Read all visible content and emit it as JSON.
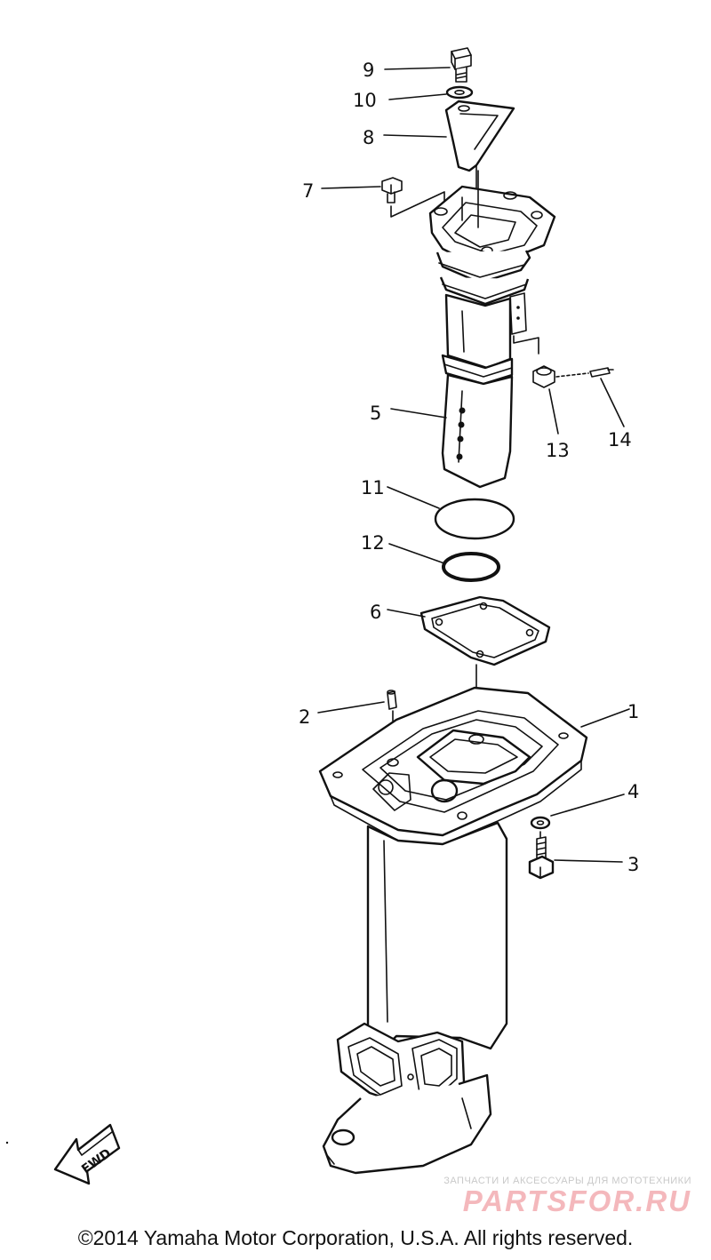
{
  "callouts": {
    "c1": "1",
    "c2": "2",
    "c3": "3",
    "c4": "4",
    "c5": "5",
    "c6": "6",
    "c7": "7",
    "c8": "8",
    "c9": "9",
    "c10": "10",
    "c11": "11",
    "c12": "12",
    "c13": "13",
    "c14": "14"
  },
  "fwd_label": "FWD",
  "watermark": {
    "tagline": "ЗАПЧАСТИ И АКСЕССУАРЫ ДЛЯ МОТОТЕХНИКИ",
    "brand": "PARTSFOR.RU"
  },
  "copyright": "©2014 Yamaha Motor Corporation, U.S.A. All rights reserved."
}
